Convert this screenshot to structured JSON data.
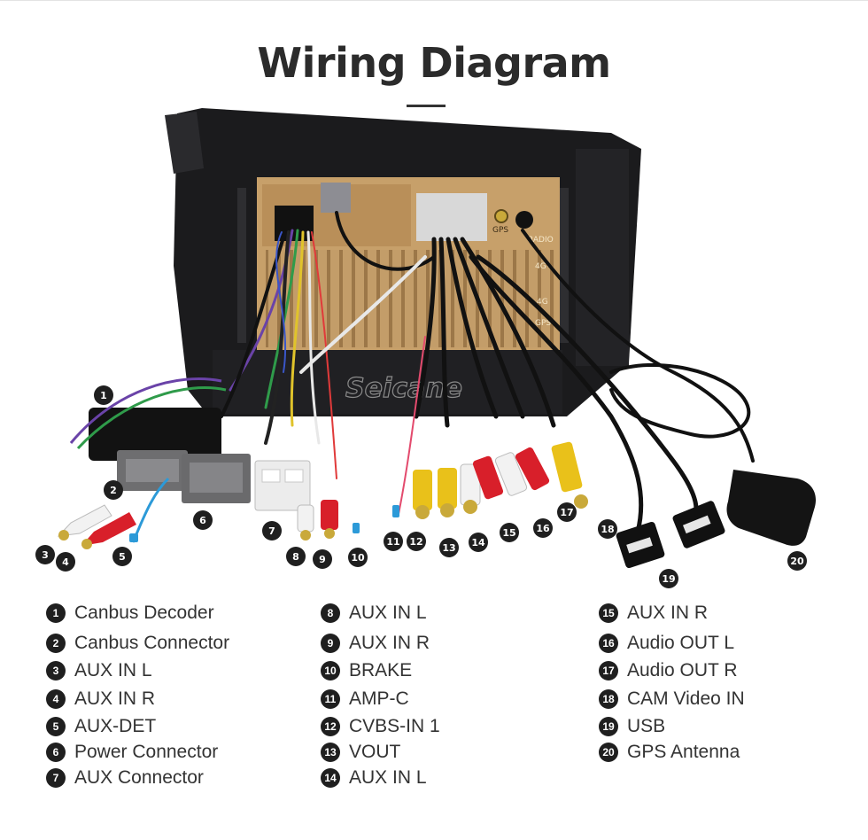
{
  "title": "Wiring Diagram",
  "watermark": "Seicane",
  "panel_labels": {
    "gps": "GPS",
    "radio": "RADIO",
    "port_4g_plus": "4G+",
    "port_4g": "4G",
    "gps_port": "GPS"
  },
  "colors": {
    "title": "#2b2b2b",
    "badge": "#1f1f1f",
    "gold_panel": "#c7a06a",
    "rca_yellow": "#e9c11a",
    "rca_red": "#d81f2a",
    "rca_white": "#f2f2f2"
  },
  "callouts": [
    "1",
    "2",
    "3",
    "4",
    "5",
    "6",
    "7",
    "8",
    "9",
    "10",
    "11",
    "12",
    "13",
    "14",
    "15",
    "16",
    "17",
    "18",
    "19",
    "20"
  ],
  "legend": {
    "col1": [
      {
        "num": "1",
        "label": "Canbus Decoder"
      },
      {
        "num": "2",
        "label": "Canbus Connector"
      },
      {
        "num": "3",
        "label": "AUX IN L"
      },
      {
        "num": "4",
        "label": "AUX IN R"
      },
      {
        "num": "5",
        "label": "AUX-DET"
      },
      {
        "num": "6",
        "label": "Power Connector"
      },
      {
        "num": "7",
        "label": "AUX Connector"
      }
    ],
    "col2": [
      {
        "num": "8",
        "label": "AUX IN L"
      },
      {
        "num": "9",
        "label": "AUX IN R"
      },
      {
        "num": "10",
        "label": "BRAKE"
      },
      {
        "num": "11",
        "label": "AMP-C"
      },
      {
        "num": "12",
        "label": "CVBS-IN 1"
      },
      {
        "num": "13",
        "label": "VOUT"
      },
      {
        "num": "14",
        "label": "AUX IN L"
      }
    ],
    "col3": [
      {
        "num": "15",
        "label": "AUX IN R"
      },
      {
        "num": "16",
        "label": "Audio OUT L"
      },
      {
        "num": "17",
        "label": "Audio OUT R"
      },
      {
        "num": "18",
        "label": "CAM Video IN"
      },
      {
        "num": "19",
        "label": "USB"
      },
      {
        "num": "20",
        "label": "GPS Antenna"
      }
    ]
  }
}
